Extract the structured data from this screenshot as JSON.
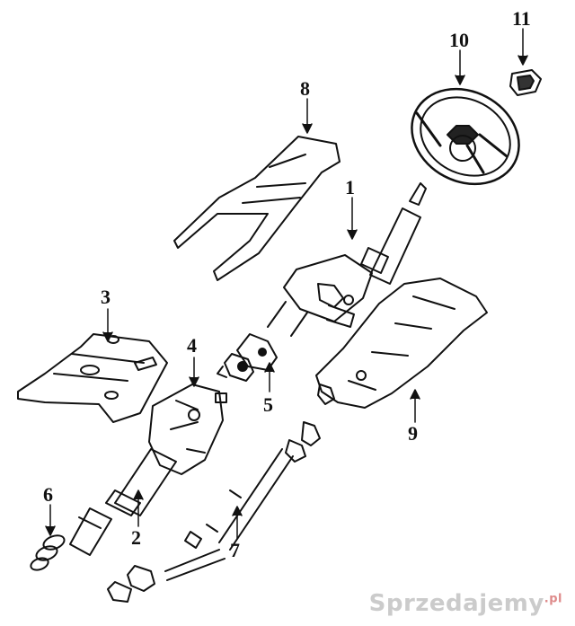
{
  "diagram": {
    "callouts": [
      {
        "id": "1",
        "label": "1"
      },
      {
        "id": "2",
        "label": "2"
      },
      {
        "id": "3",
        "label": "3"
      },
      {
        "id": "4",
        "label": "4"
      },
      {
        "id": "5",
        "label": "5"
      },
      {
        "id": "6",
        "label": "6"
      },
      {
        "id": "7",
        "label": "7"
      },
      {
        "id": "8",
        "label": "8"
      },
      {
        "id": "9",
        "label": "9"
      },
      {
        "id": "10",
        "label": "10"
      },
      {
        "id": "11",
        "label": "11"
      }
    ],
    "watermark": {
      "text": "Sprzedajemy",
      "suffix": ".pl"
    }
  }
}
